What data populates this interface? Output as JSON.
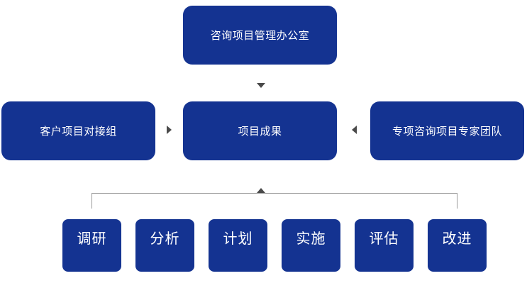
{
  "diagram": {
    "top_box": "咨询项目管理办公室",
    "center_box": "项目成果",
    "left_box": "客户项目对接组",
    "right_box": "专项咨询项目专家团队",
    "phases": [
      "调研",
      "分析",
      "计划",
      "实施",
      "评估",
      "改进"
    ]
  },
  "colors": {
    "box_fill": "#143391",
    "box_text": "#ffffff",
    "arrow": "#4a4a4a",
    "connector": "#9a9a9a"
  }
}
